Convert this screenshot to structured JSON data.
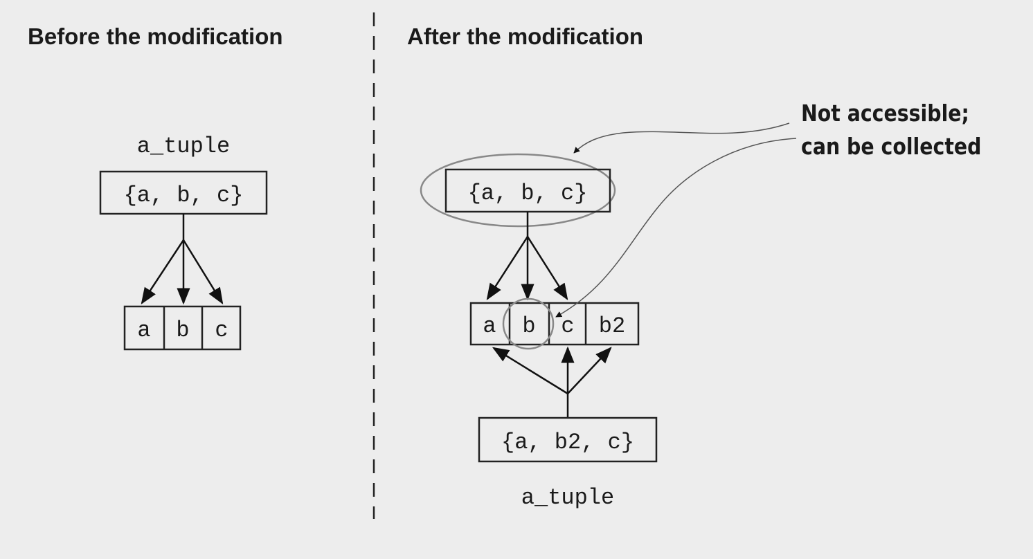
{
  "before": {
    "heading": "Before the modification",
    "var_label": "a_tuple",
    "tuple": "{a, b, c}",
    "cells": [
      "a",
      "b",
      "c"
    ]
  },
  "after": {
    "heading": "After the modification",
    "old_tuple": "{a, b, c}",
    "cells": [
      "a",
      "b",
      "c",
      "b2"
    ],
    "new_tuple": "{a, b2, c}",
    "var_label": "a_tuple"
  },
  "callout": {
    "line1": "Not accessible;",
    "line2": "can be collected"
  }
}
